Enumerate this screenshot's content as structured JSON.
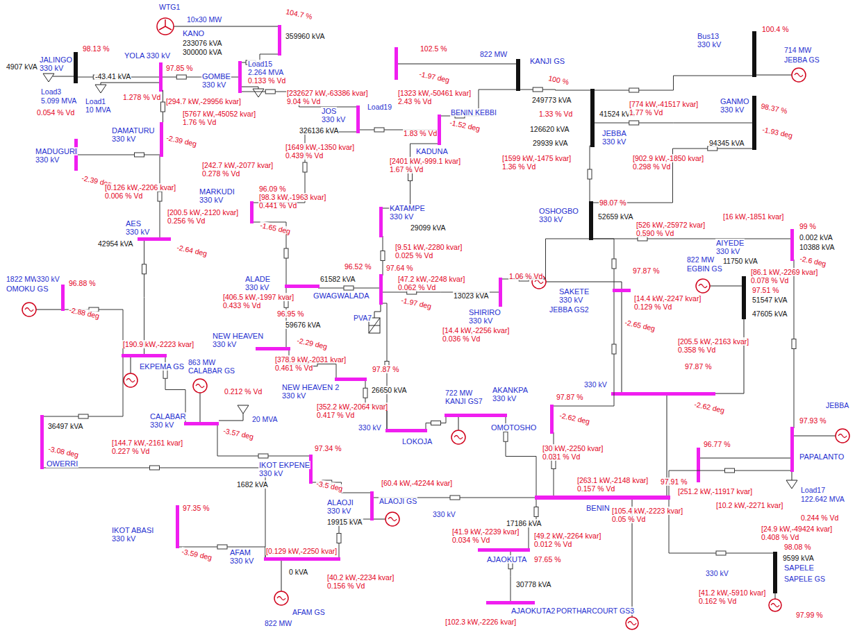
{
  "diagram": {
    "nodes": [
      {
        "text": [
          "JALINGO",
          "330 kV"
        ]
      },
      {
        "text": [
          "YOLA 330 kV"
        ]
      },
      {
        "text": [
          "GOMBE",
          "330 kV"
        ]
      },
      {
        "text": [
          "KANO"
        ]
      },
      {
        "text": [
          "JOS",
          "330 kV"
        ]
      },
      {
        "text": [
          "DAMATURU",
          "330 kV"
        ]
      },
      {
        "text": [
          "MADUGURI",
          "330 kV"
        ]
      },
      {
        "text": [
          "KANJI GS"
        ]
      },
      {
        "text": [
          "JEBBA",
          "330 kV"
        ]
      },
      {
        "text": [
          "Bus13",
          "330 kV"
        ]
      },
      {
        "text": [
          "GANMO",
          "330 kV"
        ]
      },
      {
        "text": [
          "KADUNA"
        ]
      },
      {
        "text": [
          "MARKUDI",
          "330 kV"
        ]
      },
      {
        "text": [
          "AES",
          "330 kV"
        ]
      },
      {
        "text": [
          "KATAMPE",
          "330 kV"
        ]
      },
      {
        "text": [
          "OSHOGBO",
          "330 kV"
        ]
      },
      {
        "text": [
          "AIYEDE",
          "330 kV"
        ]
      },
      {
        "text": [
          "ALADE",
          "330 kV"
        ]
      },
      {
        "text": [
          "GWAGWALADA"
        ]
      },
      {
        "text": [
          "SHIRIRO",
          "330 kV"
        ]
      },
      {
        "text": [
          "SAKETE",
          "330 kV"
        ]
      },
      {
        "text": [
          "OMOKU GS"
        ]
      },
      {
        "text": [
          "EKPEMA GS"
        ]
      },
      {
        "text": [
          "NEW HEAVEN",
          "330 kV"
        ]
      },
      {
        "text": [
          "NEW HEAVEN 2",
          "330 kV"
        ]
      },
      {
        "text": [
          "CALABAR",
          "330 kV"
        ]
      },
      {
        "text": [
          "OWERRI"
        ]
      },
      {
        "text": [
          "AKANKPA",
          "330 kV"
        ]
      },
      {
        "text": [
          "OMOTOSHO"
        ]
      },
      {
        "text": [
          "LOKOJA"
        ]
      },
      {
        "text": [
          "IKOT EKPENE",
          "330 kV"
        ]
      },
      {
        "text": [
          "IKOT ABASI",
          "330 kV"
        ]
      },
      {
        "text": [
          "ALAOJI",
          "330 kV"
        ]
      },
      {
        "text": [
          "AFAM",
          "330 kV"
        ]
      },
      {
        "text": [
          "BENIN"
        ]
      },
      {
        "text": [
          "AJAOKUTA"
        ]
      },
      {
        "text": [
          "AJAOKUTA2"
        ]
      },
      {
        "text": [
          "SAPELE"
        ]
      },
      {
        "text": [
          "PAPALANTO"
        ]
      }
    ],
    "edges": [
      {
        "from": 0,
        "to": 1,
        "arrow": "none"
      },
      {
        "from": 1,
        "to": 2,
        "arrow": "none"
      },
      {
        "from": 2,
        "to": 3,
        "arrow": "none"
      },
      {
        "from": 2,
        "to": 4,
        "arrow": "none"
      },
      {
        "from": 1,
        "to": 5,
        "arrow": "none"
      },
      {
        "from": 5,
        "to": 6,
        "arrow": "none"
      },
      {
        "from": 5,
        "to": 13,
        "arrow": "none"
      },
      {
        "from": 4,
        "to": 12,
        "arrow": "none"
      },
      {
        "from": 4,
        "to": 11,
        "arrow": "none"
      },
      {
        "from": 11,
        "to": 7,
        "arrow": "none"
      },
      {
        "from": 7,
        "to": 8,
        "arrow": "none"
      },
      {
        "from": 8,
        "to": 9,
        "arrow": "none"
      },
      {
        "from": 8,
        "to": 10,
        "arrow": "none"
      },
      {
        "from": 8,
        "to": 15,
        "arrow": "none"
      },
      {
        "from": 10,
        "to": 15,
        "arrow": "none"
      },
      {
        "from": 15,
        "to": 16,
        "arrow": "none"
      },
      {
        "from": 11,
        "to": 14,
        "arrow": "none"
      },
      {
        "from": 14,
        "to": 18,
        "arrow": "none"
      },
      {
        "from": 12,
        "to": 17,
        "arrow": "none"
      },
      {
        "from": 17,
        "to": 18,
        "arrow": "none"
      },
      {
        "from": 18,
        "to": 19,
        "arrow": "none"
      },
      {
        "from": 19,
        "to": 15,
        "arrow": "none"
      },
      {
        "from": 13,
        "to": 22,
        "arrow": "none"
      },
      {
        "from": 21,
        "to": 22,
        "arrow": "none"
      },
      {
        "from": 17,
        "to": 23,
        "arrow": "none"
      },
      {
        "from": 23,
        "to": 24,
        "arrow": "none"
      },
      {
        "from": 24,
        "to": 29,
        "arrow": "none"
      },
      {
        "from": 22,
        "to": 26,
        "arrow": "none"
      },
      {
        "from": 22,
        "to": 25,
        "arrow": "none"
      },
      {
        "from": 25,
        "to": 30,
        "arrow": "none"
      },
      {
        "from": 30,
        "to": 32,
        "arrow": "none"
      },
      {
        "from": 31,
        "to": 33,
        "arrow": "none"
      },
      {
        "from": 32,
        "to": 33,
        "arrow": "none"
      },
      {
        "from": 26,
        "to": 33,
        "arrow": "none"
      },
      {
        "from": 29,
        "to": 28,
        "arrow": "none"
      },
      {
        "from": 18,
        "to": 29,
        "arrow": "none"
      },
      {
        "from": 28,
        "to": 34,
        "arrow": "none"
      },
      {
        "from": 27,
        "to": 34,
        "arrow": "none"
      },
      {
        "from": 34,
        "to": 35,
        "arrow": "none"
      },
      {
        "from": 35,
        "to": 36,
        "arrow": "none"
      },
      {
        "from": 32,
        "to": 34,
        "arrow": "none"
      },
      {
        "from": 34,
        "to": 37,
        "arrow": "none"
      },
      {
        "from": 34,
        "to": 38,
        "arrow": "none"
      },
      {
        "from": 15,
        "to": 20,
        "arrow": "none"
      },
      {
        "from": 20,
        "to": 27,
        "arrow": "none"
      },
      {
        "from": 16,
        "to": 38,
        "arrow": "none"
      }
    ],
    "labels": [
      "WTG1",
      "10x30 MW",
      "233076 kVA",
      "300000 kVA",
      "104.7 %",
      "359960 kVA",
      "98.13 %",
      "4907 kVA",
      "Load3",
      "5.099 MVA",
      "0.054 % Vd",
      "97.85 %",
      "-43.41 kVA",
      "Load1",
      "10 MVA",
      "1.278 % Vd",
      "[294.7 kW,-29956 kvar]",
      "Load15",
      "2.264 MVA",
      "0.133 % Vd",
      "[5767 kW,-45052 kvar]",
      "1.76 % Vd",
      "[232627 kW,-63386 kvar]",
      "9.04 % Vd",
      "326136 kVA",
      "Load19",
      "[1323 kW,-50461 kvar]",
      "2.43 % Vd",
      "1.83 % Vd",
      "BENIN KEBBI",
      "-1.52 deg",
      "[2401 kW,-999.1 kvar]",
      "1.67 % Vd",
      "[1649 kW,-1350 kvar]",
      "0.439 % Vd",
      "[242.7 kW,-2077 kvar]",
      "0.278 % Vd",
      "-2.39 deg",
      "-2.39 deg",
      "[0.126 kW,-2206 kvar]",
      "0.006 % Vd",
      "96.09 %",
      "[98.3 kW,-1963 kvar]",
      "0.441 % Vd",
      "[200.5 kW,-2120 kvar]",
      "0.256 % Vd",
      "-1.65 deg",
      "42954 kVA",
      "-2.64 deg",
      "29099 kVA",
      "[9.51 kW,-2280 kvar]",
      "0.025 % Vd",
      "96.52 %",
      "97.64 %",
      "[47.2 kW,-2248 kvar]",
      "0.062 % Vd",
      "1.06 % Vd",
      "13023 kVA",
      "-1.97 deg",
      "61582 kVA",
      "[406.5 kW,-1997 kvar]",
      "0.433 % Vd",
      "PVA7",
      "96.95 %",
      "59676 kVA",
      "-2.29 deg",
      "[378.9 kW,-2031 kvar]",
      "0.461 % Vd",
      "26650 kVA",
      "97.87 %",
      "[352.2 kW,-2064 kvar]",
      "0.417 % Vd",
      "330 kV",
      "1822 MW",
      "330 kV",
      "96.88 %",
      "-2.88 deg",
      "[190.9 kW,-2223 kvar]",
      "863 MW",
      "CALABAR GS",
      "0.212 % Vd",
      "20 MVA",
      "-3.57 deg",
      "[144.7 kW,-2161 kvar]",
      "0.227 % Vd",
      "36497 kVA",
      "-3.08 deg",
      "722 MW",
      "KANJI GS7",
      "97.87 %",
      "-2.62 deg",
      "[30 kW,-2250 kvar]",
      "0.031 % Vd",
      "330 kV",
      "-2.62 deg",
      "97.87 %",
      "[205.5 kW,-2163 kvar]",
      "0.358 % Vd",
      "97.87 %",
      "[14.4 kW,-2247 kvar]",
      "0.129 % Vd",
      "-2.65 deg",
      "JEBBA GS2",
      "[14.4 kW,-2256 kvar]",
      "0.036 % Vd",
      "98.07 %",
      "52659 kVA",
      "[526 kW,-25972 kvar]",
      "0.590 % Vd",
      "[16 kW,-1851 kvar]",
      "99 %",
      "0.002 kVA",
      "10388 kVA",
      "11750 kVA",
      "-2.6 deg",
      "822 MW",
      "EGBIN GS",
      "[86.1 kW,-2269 kvar]",
      "0.078 % Vd",
      "97.51 %",
      "51547 kVA",
      "47605 kVA",
      "[1599 kW,-1475 kvar]",
      "1.36 % Vd",
      "126620 kVA",
      "29939 kVA",
      "41524 kVA",
      "249773 kVA",
      "1.33 % Vd",
      "100 %",
      "822 MW",
      "102.5 %",
      "-1.97 deg",
      "714 MW",
      "JEBBA GS",
      "100.4 %",
      "98.37 %",
      "-1.93 deg",
      "94345 kVA",
      "[774 kW,-41517 kvar]",
      "1.77 % Vd",
      "[902.9 kW,-1850 kvar]",
      "0.298 % Vd",
      "97.34 %",
      "1682 kVA",
      "-3.5 deg",
      "97.35 %",
      "-3.59 deg",
      "19915 kVA",
      "[60.4 kW,-42244 kvar]",
      "ALAOJI GS",
      "[41.9 kW,-2239 kvar]",
      "0.034 % Vd",
      "17186 kVA",
      "[0.129 kW,-2250 kvar]",
      "0 kVA",
      "[40.2 kW,-2234 kvar]",
      "0.156 % Vd",
      "822 MW",
      "AFAM GS",
      "[263.1 kW,-2148 kvar]",
      "0.157 % Vd",
      "[105.4 kW,-2223 kvar]",
      "0.05 % Vd",
      "97.91 %",
      "[251.2 kW,-11917 kvar]",
      "96.77 %",
      "97.93 %",
      "[10.2 kW,-2271 kvar]",
      "Load17",
      "122.642 MVA",
      "0.244 % Vd",
      "[24.9 kW,-49424 kvar]",
      "0.408 % Vd",
      "98.08 %",
      "9599 kVA",
      "SAPELE GS",
      "330 kV",
      "[41.2 kW,-5910 kvar]",
      "0.162 % Vd",
      "97.99 %",
      "97.65 %",
      "[49.2 kW,-2264 kvar]",
      "0.012 % Vd",
      "30778 kVA",
      "[102.3 kW,-2226 kvar]",
      "PORTHARCOURT GS3",
      "JEBBA",
      "330 kV"
    ]
  }
}
